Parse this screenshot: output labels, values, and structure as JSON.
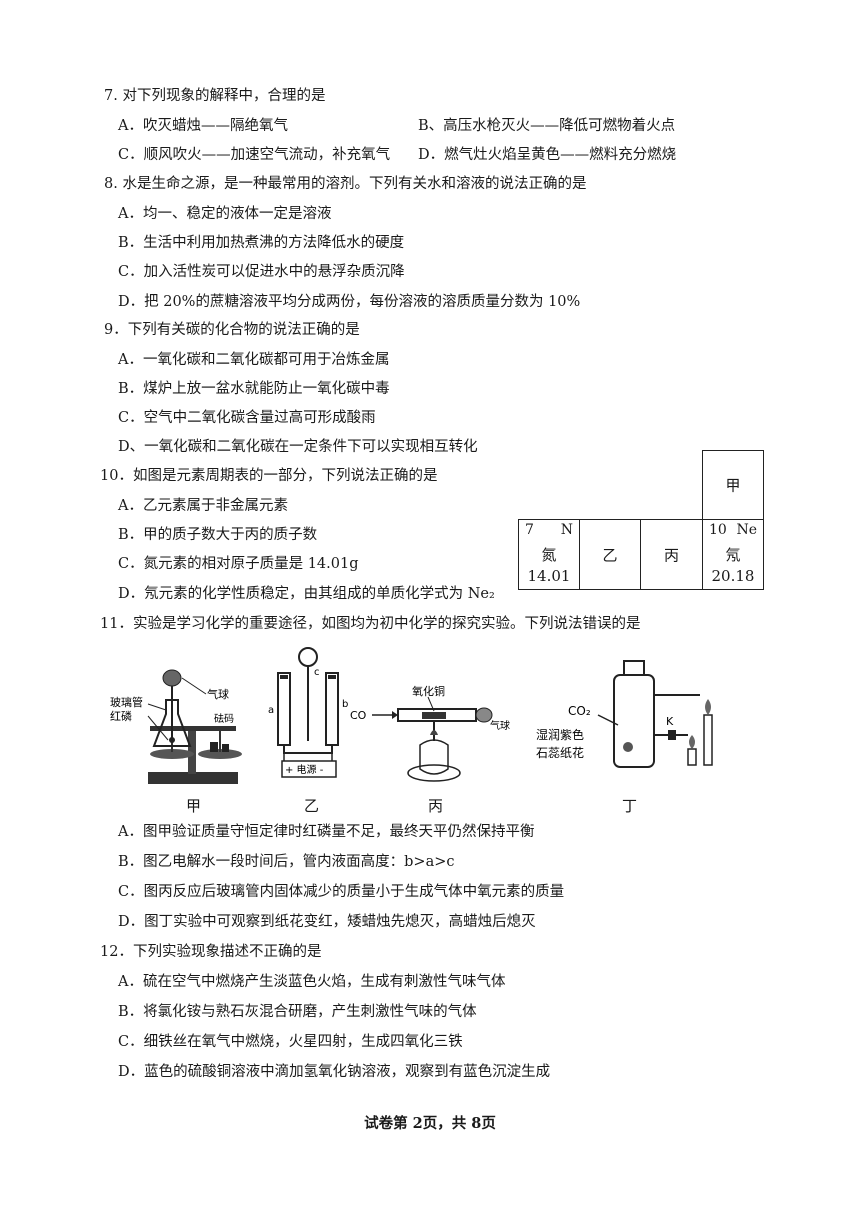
{
  "q7": {
    "stem": "7. 对下列现象的解释中，合理的是",
    "A": "A．吹灭蜡烛——隔绝氧气",
    "B": "B、高压水枪灭火——降低可燃物着火点",
    "C": "C．顺风吹火——加速空气流动，补充氧气",
    "D": "D．燃气灶火焰呈黄色——燃料充分燃烧"
  },
  "q8": {
    "stem": "8. 水是生命之源，是一种最常用的溶剂。下列有关水和溶液的说法正确的是",
    "A": "A．均一、稳定的液体一定是溶液",
    "B": "B．生活中利用加热煮沸的方法降低水的硬度",
    "C": "C．加入活性炭可以促进水中的悬浮杂质沉降",
    "D": "D．把 20%的蔗糖溶液平均分成两份，每份溶液的溶质质量分数为 10%"
  },
  "q9": {
    "stem": "9．下列有关碳的化合物的说法正确的是",
    "A": "A．一氧化碳和二氧化碳都可用于冶炼金属",
    "B": "B．煤炉上放一盆水就能防止一氧化碳中毒",
    "C": "C．空气中二氧化碳含量过高可形成酸雨",
    "D": "D、一氧化碳和二氧化碳在一定条件下可以实现相互转化"
  },
  "q10": {
    "stem": "10．如图是元素周期表的一部分，下列说法正确的是",
    "A": "A．乙元素属于非金属元素",
    "B": "B．甲的质子数大于丙的质子数",
    "C": "C．氮元素的相对原子质量是 14.01g",
    "D": "D．氖元素的化学性质稳定，由其组成的单质化学式为 Ne₂"
  },
  "ptable": {
    "jia": "甲",
    "n_num": "7",
    "n_sym": "N",
    "n_name": "氮",
    "n_mass": "14.01",
    "yi": "乙",
    "bing": "丙",
    "ne_num": "10",
    "ne_sym": "Ne",
    "ne_name": "氖",
    "ne_mass": "20.18"
  },
  "q11": {
    "stem": "11．实验是学习化学的重要途径，如图均为初中化学的探究实验。下列说法错误的是",
    "A": "A．图甲验证质量守恒定律时红磷量不足，最终天平仍然保持平衡",
    "B": "B．图乙电解水一段时间后，管内液面高度：b>a>c",
    "C": "C．图丙反应后玻璃管内固体减少的质量小于生成气体中氧元素的质量",
    "D": "D．图丁实验中可观察到纸花变红，矮蜡烛先熄灭，高蜡烛后熄灭"
  },
  "figures": {
    "jia": {
      "caption": "甲",
      "balloon": "气球",
      "tube": "玻璃管",
      "phosphorus": "红磷",
      "weights": "砝码"
    },
    "yi": {
      "caption": "乙",
      "a": "a",
      "b": "b",
      "c": "c",
      "power": "+ 电源 -"
    },
    "bing": {
      "caption": "丙",
      "co": "CO",
      "cuo": "氧化铜",
      "balloon": "气球"
    },
    "ding": {
      "caption": "丁",
      "co2": "CO₂",
      "k": "K",
      "wet": "湿润紫色",
      "flower": "石蕊纸花"
    }
  },
  "q12": {
    "stem": "12．下列实验现象描述不正确的是",
    "A": "A．硫在空气中燃烧产生淡蓝色火焰，生成有刺激性气味气体",
    "B": "B．将氯化铵与熟石灰混合研磨，产生刺激性气味的气体",
    "C": "C．细铁丝在氧气中燃烧，火星四射，生成四氧化三铁",
    "D": "D．蓝色的硫酸铜溶液中滴加氢氧化钠溶液，观察到有蓝色沉淀生成"
  },
  "footer": "试卷第 2页，共 8页"
}
